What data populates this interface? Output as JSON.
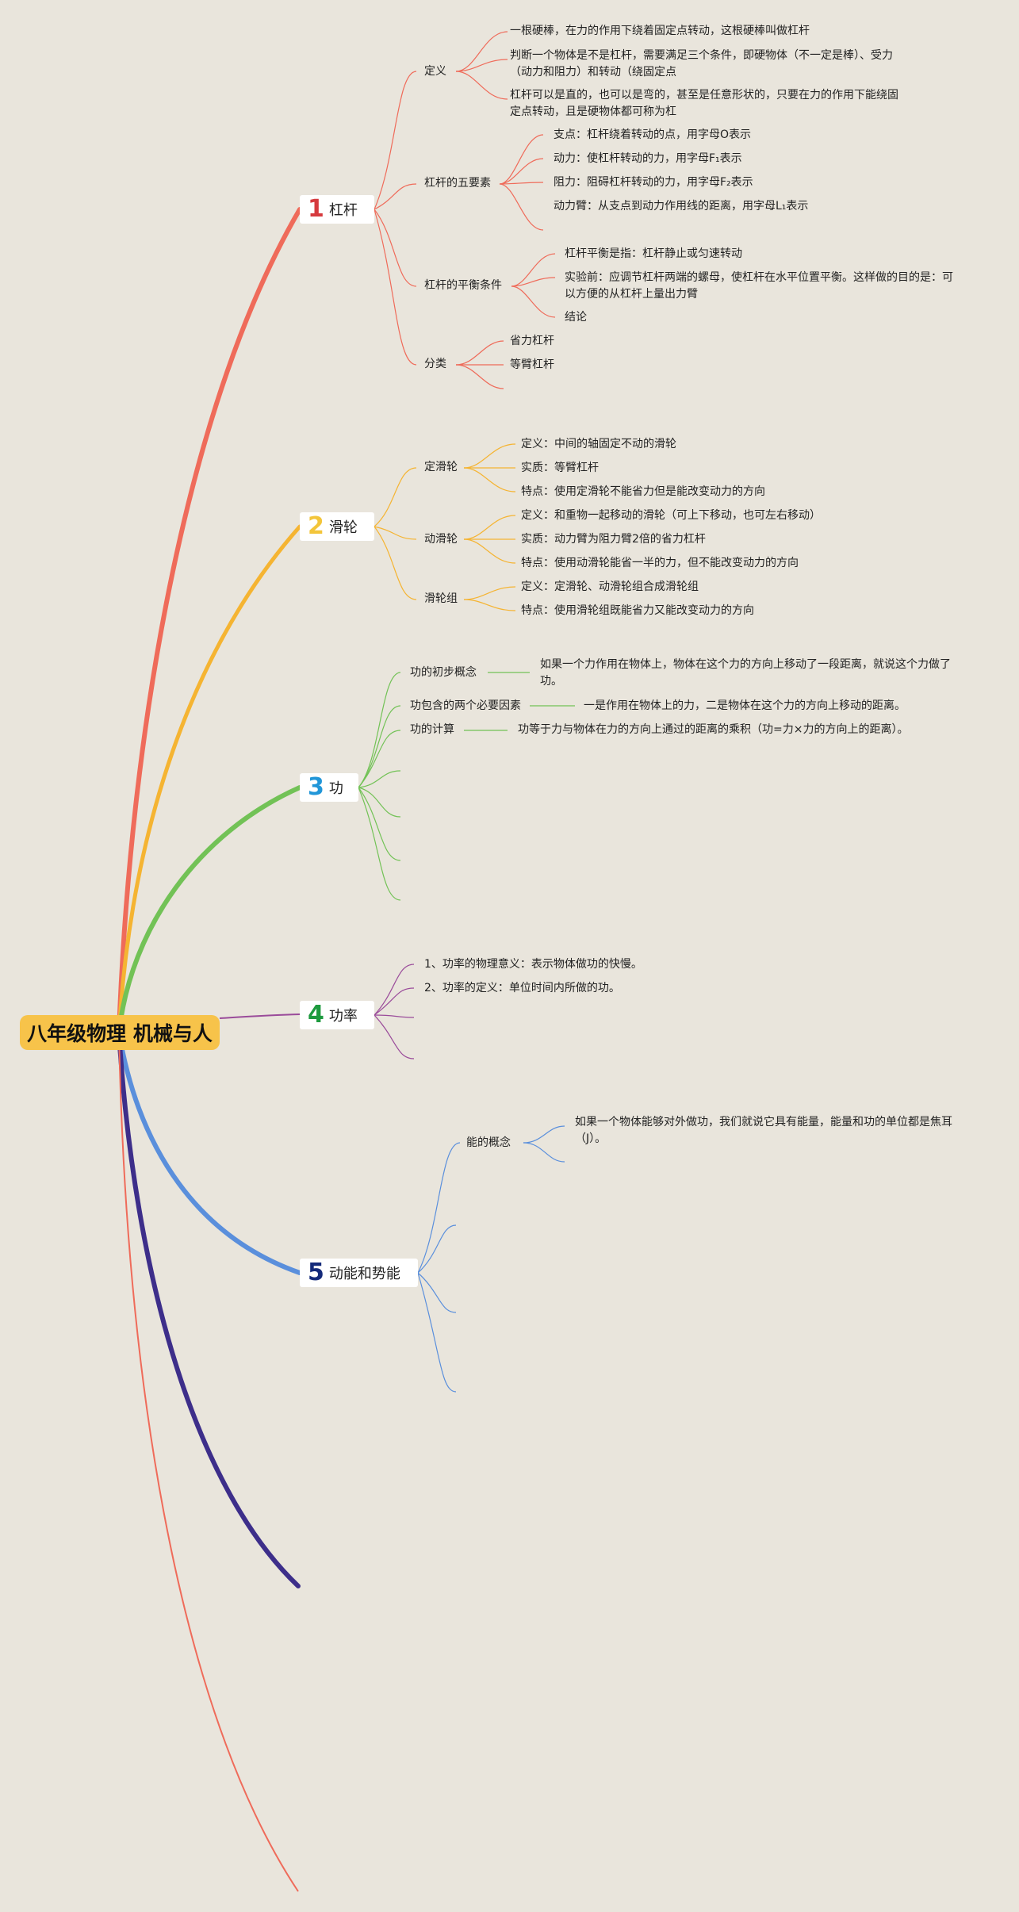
{
  "root": {
    "title": "八年级物理 机械与人"
  },
  "topics": [
    {
      "number": "1",
      "label": "杠杆",
      "color": "#ef6b5a",
      "num_color": "#d63a3e",
      "children": [
        {
          "label": "定义",
          "items": [
            "一根硬棒，在力的作用下绕着固定点转动，这根硬棒叫做杠杆",
            "判断一个物体是不是杠杆，需要满足三个条件，即硬物体（不一定是棒）、受力（动力和阻力）和转动（绕固定点",
            "杠杆可以是直的，也可以是弯的，甚至是任意形状的，只要在力的作用下能绕固定点转动，且是硬物体都可称为杠"
          ]
        },
        {
          "label": "杠杆的五要素",
          "items": [
            "支点：杠杆绕着转动的点，用字母O表示",
            "动力：使杠杆转动的力，用字母F₁表示",
            "阻力：阻碍杠杆转动的力，用字母F₂表示",
            "动力臂：从支点到动力作用线的距离，用字母L₁表示"
          ]
        },
        {
          "label": "杠杆的平衡条件",
          "items": [
            "杠杆平衡是指：杠杆静止或匀速转动",
            "实验前：应调节杠杆两端的螺母，使杠杆在水平位置平衡。这样做的目的是：可以方便的从杠杆上量出力臂",
            "结论"
          ]
        },
        {
          "label": "分类",
          "items": [
            "省力杠杆",
            "等臂杠杆"
          ]
        }
      ]
    },
    {
      "number": "2",
      "label": "滑轮",
      "color": "#f5b432",
      "num_color": "#f3c53a",
      "children": [
        {
          "label": "定滑轮",
          "items": [
            "定义：中间的轴固定不动的滑轮",
            "实质：等臂杠杆",
            "特点：使用定滑轮不能省力但是能改变动力的方向"
          ]
        },
        {
          "label": "动滑轮",
          "items": [
            "定义：和重物一起移动的滑轮（可上下移动，也可左右移动）",
            "实质：动力臂为阻力臂2倍的省力杠杆",
            "特点：使用动滑轮能省一半的力，但不能改变动力的方向"
          ]
        },
        {
          "label": "滑轮组",
          "items": [
            "定义：定滑轮、动滑轮组合成滑轮组",
            "特点：使用滑轮组既能省力又能改变动力的方向"
          ]
        }
      ]
    },
    {
      "number": "3",
      "label": "功",
      "color": "#72c256",
      "num_color": "#2196d8",
      "children": [
        {
          "label": "功的初步概念",
          "items": [
            "如果一个力作用在物体上，物体在这个力的方向上移动了一段距离，就说这个力做了功。"
          ]
        },
        {
          "label": "功包含的两个必要因素",
          "items": [
            "一是作用在物体上的力，二是物体在这个力的方向上移动的距离。"
          ]
        },
        {
          "label": "功的计算",
          "items": [
            "功等于力与物体在力的方向上通过的距离的乘积（功=力×力的方向上的距离）。"
          ]
        }
      ]
    },
    {
      "number": "4",
      "label": "功率",
      "color": "#9a4b9a",
      "num_color": "#1d9a3e",
      "children": [
        {
          "label": "1、功率的物理意义：表示物体做功的快慢。",
          "items": []
        },
        {
          "label": "2、功率的定义：单位时间内所做的功。",
          "items": []
        }
      ]
    },
    {
      "number": "5",
      "label": "动能和势能",
      "color": "#5a8fdc",
      "num_color": "#142a7a",
      "children": [
        {
          "label": "能的概念",
          "items": [
            "如果一个物体能够对外做功，我们就说它具有能量，能量和功的单位都是焦耳（J）。"
          ]
        }
      ]
    }
  ]
}
